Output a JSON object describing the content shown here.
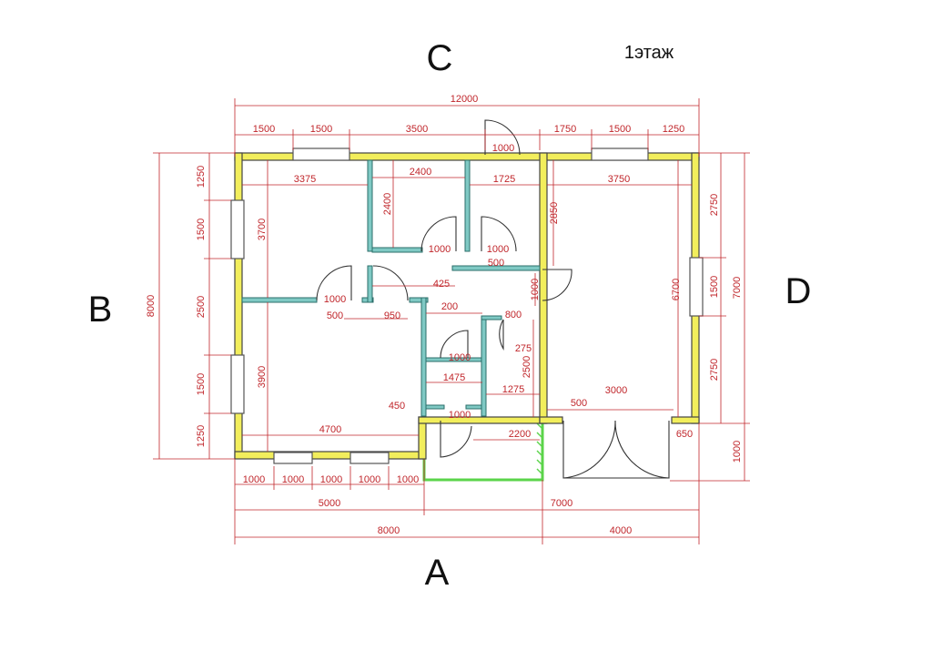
{
  "plan": {
    "floor_label": "1этаж",
    "sides": {
      "top": "C",
      "bottom": "A",
      "left": "B",
      "right": "D"
    },
    "colors": {
      "exterior_wall": "#f2ee5c",
      "interior_wall": "#7fc9c4",
      "dimension": "#c0262b",
      "porch": "#5bd44a"
    },
    "dims": {
      "top_total": "12000",
      "top_a": "1500",
      "top_b": "1500",
      "top_c": "3500",
      "top_d": "1750",
      "top_e": "1500",
      "top_f": "1250",
      "entry_door": "1000",
      "room1_w": "3375",
      "hall_w": "2400",
      "room_mid_w": "1725",
      "room_right_w": "3750",
      "room1_h": "3700",
      "hall_h": "2400",
      "right_upper_h": "2850",
      "door_a": "1000",
      "door_b": "1000",
      "gap_500a": "500",
      "door_c": "1000",
      "gap_500b": "500",
      "gap_950": "950",
      "gap_425": "425",
      "door_right": "1000",
      "right_h_6700": "6700",
      "gap_200": "200",
      "gap_800": "800",
      "door_bath": "1000",
      "gap_275": "275",
      "bath_w": "1475",
      "bath_h": "2500",
      "bath_w2": "1275",
      "room_low_h": "3900",
      "room_low_w": "4700",
      "gap_450": "450",
      "door_low": "1000",
      "porch_w": "2200",
      "terrace_gap": "500",
      "terrace_w": "3000",
      "gap_650": "650",
      "left_1250a": "1250",
      "left_1500a": "1500",
      "left_2500": "2500",
      "left_1500b": "1500",
      "left_1250b": "1250",
      "left_total": "8000",
      "right_2750a": "2750",
      "right_1500": "1500",
      "right_2750b": "2750",
      "right_total": "7000",
      "right_1000": "1000",
      "bot_1000a": "1000",
      "bot_1000b": "1000",
      "bot_1000c": "1000",
      "bot_1000d": "1000",
      "bot_1000e": "1000",
      "bot_5000": "5000",
      "bot_7000": "7000",
      "bot_8000": "8000",
      "bot_4000": "4000"
    }
  }
}
